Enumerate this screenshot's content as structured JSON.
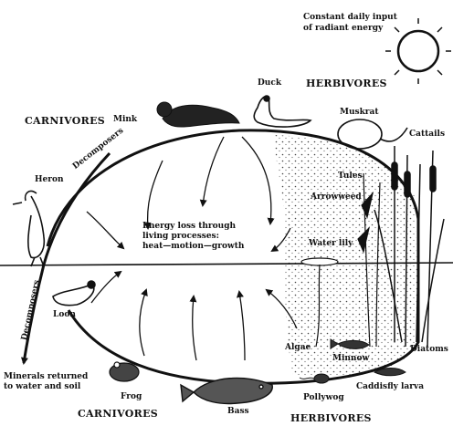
{
  "sun": {
    "caption_line1": "Constant daily input",
    "caption_line2": "of radiant energy"
  },
  "trophic": {
    "carnivores_top": "CARNIVORES",
    "herbivores_top": "HERBIVORES",
    "carnivores_bottom": "CARNIVORES",
    "herbivores_bottom": "HERBIVORES"
  },
  "organisms": {
    "mink": "Mink",
    "duck": "Duck",
    "muskrat": "Muskrat",
    "cattails": "Cattails",
    "heron": "Heron",
    "tules": "Tules",
    "arrowweed": "Arrowweed",
    "water_lily": "Water lily",
    "loon": "Loon",
    "algae": "Algae",
    "minnow": "Minnow",
    "diatoms": "Diatoms",
    "caddisfly": "Caddisfly larva",
    "pollywog": "Pollywog",
    "bass": "Bass",
    "frog": "Frog"
  },
  "decomposers": {
    "upper": "Decomposers",
    "lower": "Decomposers"
  },
  "energy_loss": {
    "line1": "Energy loss through",
    "line2": "living processes:",
    "line3": "heat—motion—growth"
  },
  "minerals": {
    "line1": "Minerals returned",
    "line2": "to water and soil"
  }
}
